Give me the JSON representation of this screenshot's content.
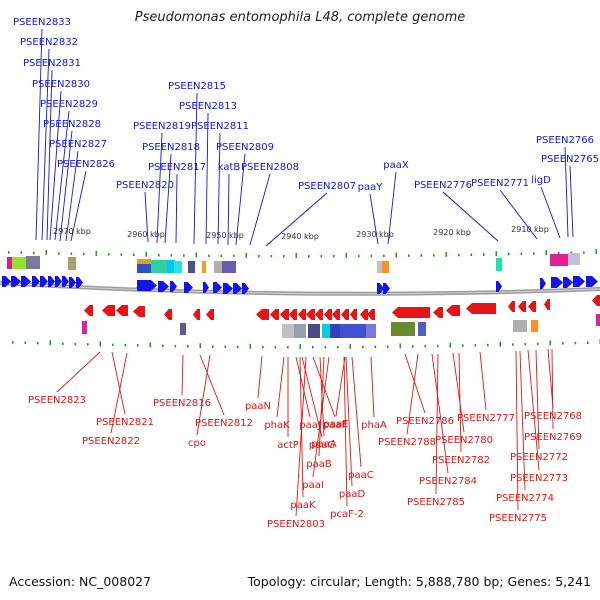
{
  "title": "Pseudomonas entomophila L48, complete genome",
  "footer": {
    "accession": "Accession: NC_008027",
    "summary": "Topology: circular; Length: 5,888,780 bp; Genes: 5,241"
  },
  "colors": {
    "forward": "#1414e6",
    "reverse": "#e61414",
    "backbone": "#888888",
    "tick": "#2a9a2a"
  },
  "chart_data": {
    "type": "genome-map",
    "kbp_labels": [
      "2970 kbp",
      "2960 kbp",
      "2950 kbp",
      "2940 kbp",
      "2930 kbp",
      "2920 kbp",
      "2910 kbp"
    ],
    "forward_genes": [
      "PSEEN2833",
      "PSEEN2832",
      "PSEEN2831",
      "PSEEN2830",
      "PSEEN2829",
      "PSEEN2828",
      "PSEEN2827",
      "PSEEN2826",
      "PSEEN2819",
      "PSEEN2818",
      "PSEEN2820",
      "PSEEN2817",
      "PSEEN2815",
      "PSEEN2813",
      "PSEEN2811",
      "PSEEN2809",
      "katB",
      "PSEEN2808",
      "PSEEN2807",
      "paaY",
      "paaX",
      "PSEEN2776",
      "PSEEN2771",
      "ligD",
      "PSEEN2766",
      "PSEEN2765"
    ],
    "reverse_genes": [
      "PSEEN2823",
      "PSEEN2821",
      "PSEEN2822",
      "PSEEN2816",
      "PSEEN2812",
      "cpo",
      "paaN",
      "phaK",
      "actP",
      "paaJ",
      "paaG",
      "paaF",
      "paaA",
      "paaB",
      "paaI",
      "paaK",
      "PSEEN2803",
      "paaE",
      "paaC",
      "paaD",
      "pcaF-2",
      "phaA",
      "PSEEN2786",
      "PSEEN2788",
      "PSEEN2780",
      "PSEEN2777",
      "PSEEN2782",
      "PSEEN2784",
      "PSEEN2785",
      "PSEEN2768",
      "PSEEN2769",
      "PSEEN2772",
      "PSEEN2773",
      "PSEEN2774",
      "PSEEN2775"
    ]
  }
}
